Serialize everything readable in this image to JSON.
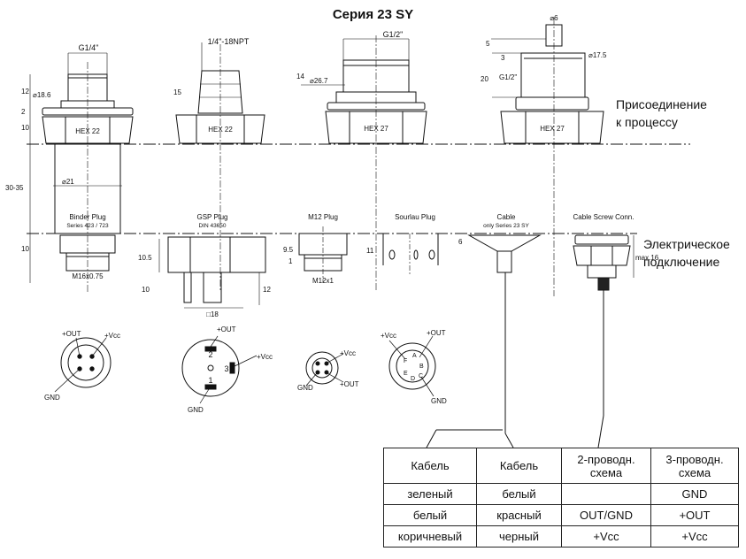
{
  "title": "Серия 23 SY",
  "side_labels": {
    "process_1": "Присоединение",
    "process_2": "к процессу",
    "electrical_1": "Электрическое",
    "electrical_2": "подключение"
  },
  "threads": {
    "g14": "G1/4\"",
    "npt": "1/4\"-18NPT",
    "g12": "G1/2\"",
    "g12_side": "G1/2\"",
    "d6": "⌀6",
    "d17_5": "⌀17.5",
    "d18_6": "⌀18.6",
    "d26_7": "⌀26.7",
    "d21": "⌀21"
  },
  "hex_labels": [
    "HEX 22",
    "HEX 22",
    "HEX 27",
    "HEX 27"
  ],
  "dims": {
    "d12": "12",
    "d2": "2",
    "d10": "10",
    "d30_35": "30-35",
    "d10b": "10",
    "d15": "15",
    "d14": "14",
    "d5": "5",
    "d3": "3",
    "d20": "20",
    "d10_5": "10.5",
    "d10c": "10",
    "d12b": "12",
    "d18": "□18",
    "d9_5": "9.5",
    "d1": "1",
    "d11": "11",
    "d6b": "6",
    "max16": "max.16",
    "m16": "M16x0.75",
    "m12": "M12x1"
  },
  "connectors": {
    "binder": "Binder Plug",
    "binder_sub": "Series 423 / 723",
    "gsp": "GSP Plug",
    "gsp_sub": "DIN 43650",
    "m12": "M12 Plug",
    "souriau": "Sourlau Plug",
    "cable": "Cable",
    "cable_sub": "only Series 23 SY",
    "screw": "Cable Screw Conn."
  },
  "pins": {
    "out": "+OUT",
    "vcc": "+Vcc",
    "gnd": "GND",
    "p1": "1",
    "p2": "2",
    "p3": "3",
    "pa": "A",
    "pb": "B",
    "pc": "C",
    "pd": "D",
    "pe": "E",
    "pf": "F"
  },
  "wiring_table": {
    "headers": [
      "Кабель",
      "Кабель",
      "2-проводн. схема",
      "3-проводн. схема"
    ],
    "rows": [
      [
        "зеленый",
        "белый",
        "",
        "GND"
      ],
      [
        "белый",
        "красный",
        "OUT/GND",
        "+OUT"
      ],
      [
        "коричневый",
        "черный",
        "+Vcc",
        "+Vcc"
      ]
    ]
  }
}
